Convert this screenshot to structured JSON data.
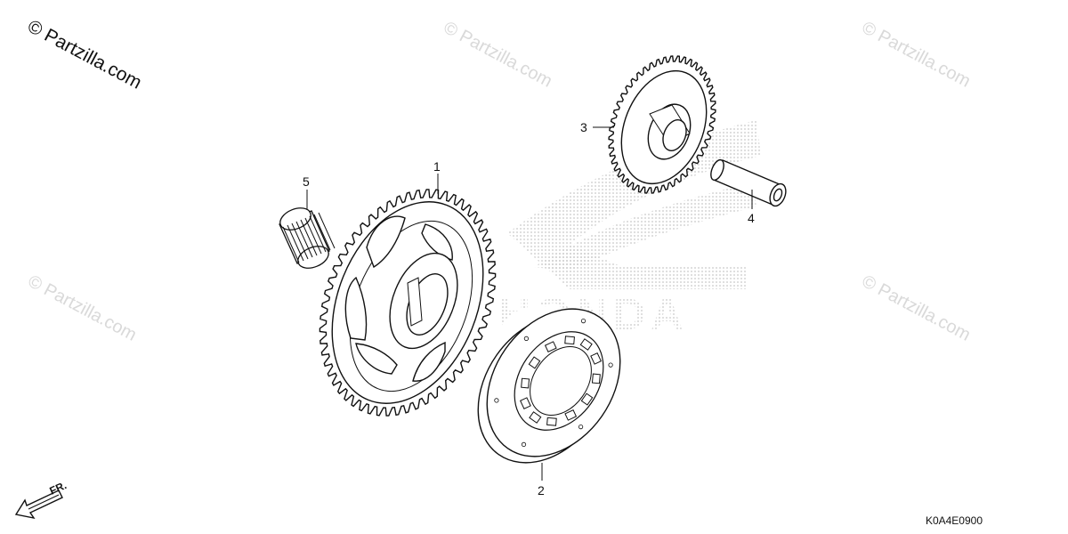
{
  "watermarks": {
    "main": "© Partzilla.com",
    "faint": [
      "© Partzilla.com",
      "© Partzilla.com",
      "© Partzilla.com",
      "© Partzilla.com"
    ]
  },
  "brand_text": "HONDA",
  "diagram_code": "K0A4E0900",
  "direction_label": "FR.",
  "callouts": [
    "1",
    "2",
    "3",
    "4",
    "5"
  ],
  "colors": {
    "line": "#111111",
    "watermark": "#d9d9d9",
    "brand_dots": "#c8c8c8"
  }
}
